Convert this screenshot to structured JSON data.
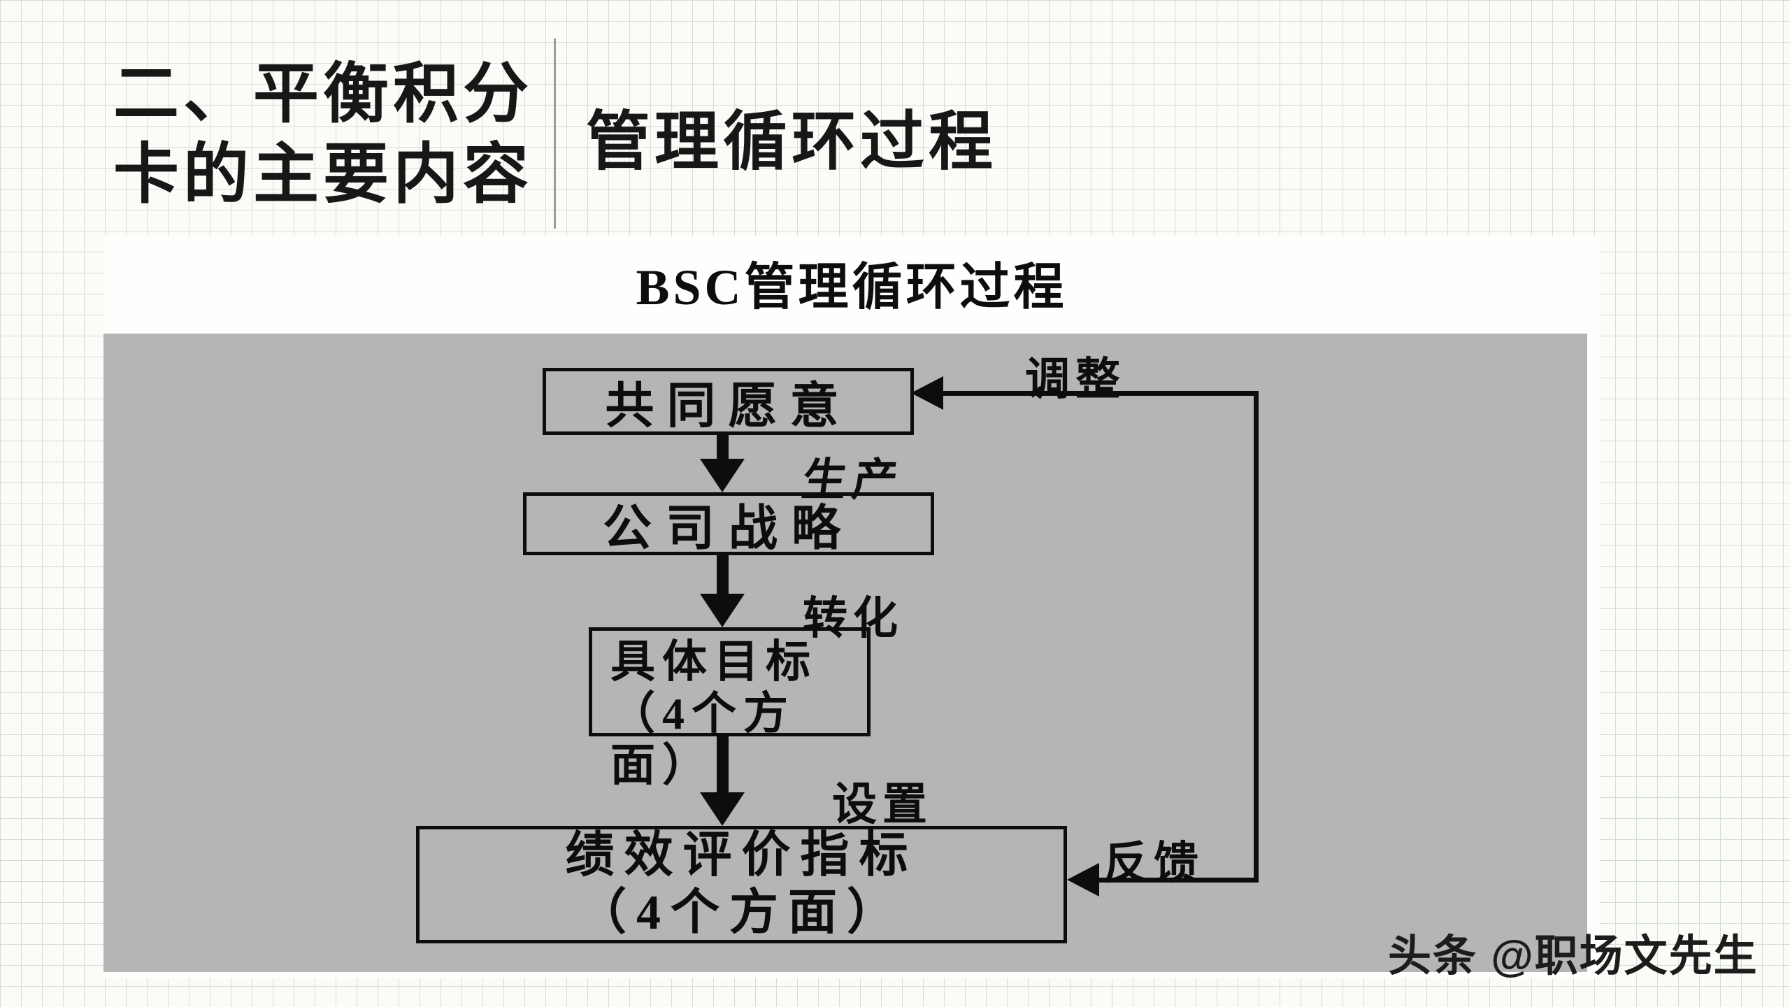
{
  "colors": {
    "grid_line": "#d3ded8",
    "panel_gray": "#b5b5b5",
    "ink": "#0d0d0d"
  },
  "header": {
    "title_line1": "二、平衡积分",
    "title_line2": "卡的主要内容",
    "subtitle": "管理循环过程"
  },
  "diagram": {
    "title": "BSC管理循环过程",
    "nodes": [
      {
        "id": "shared-vision",
        "label": "共同愿意"
      },
      {
        "id": "company-strategy",
        "label": "公司战略"
      },
      {
        "id": "specific-goals",
        "lines": [
          "具体目标",
          "（4个方",
          "面）"
        ]
      },
      {
        "id": "performance-indicators",
        "lines": [
          "绩效评价指标",
          "（4个方面）"
        ]
      }
    ],
    "edge_labels": {
      "produce": "生产",
      "transform": "转化",
      "set": "设置",
      "feedback": "反馈",
      "adjust": "调整"
    }
  },
  "watermark": "头条 @职场文先生"
}
